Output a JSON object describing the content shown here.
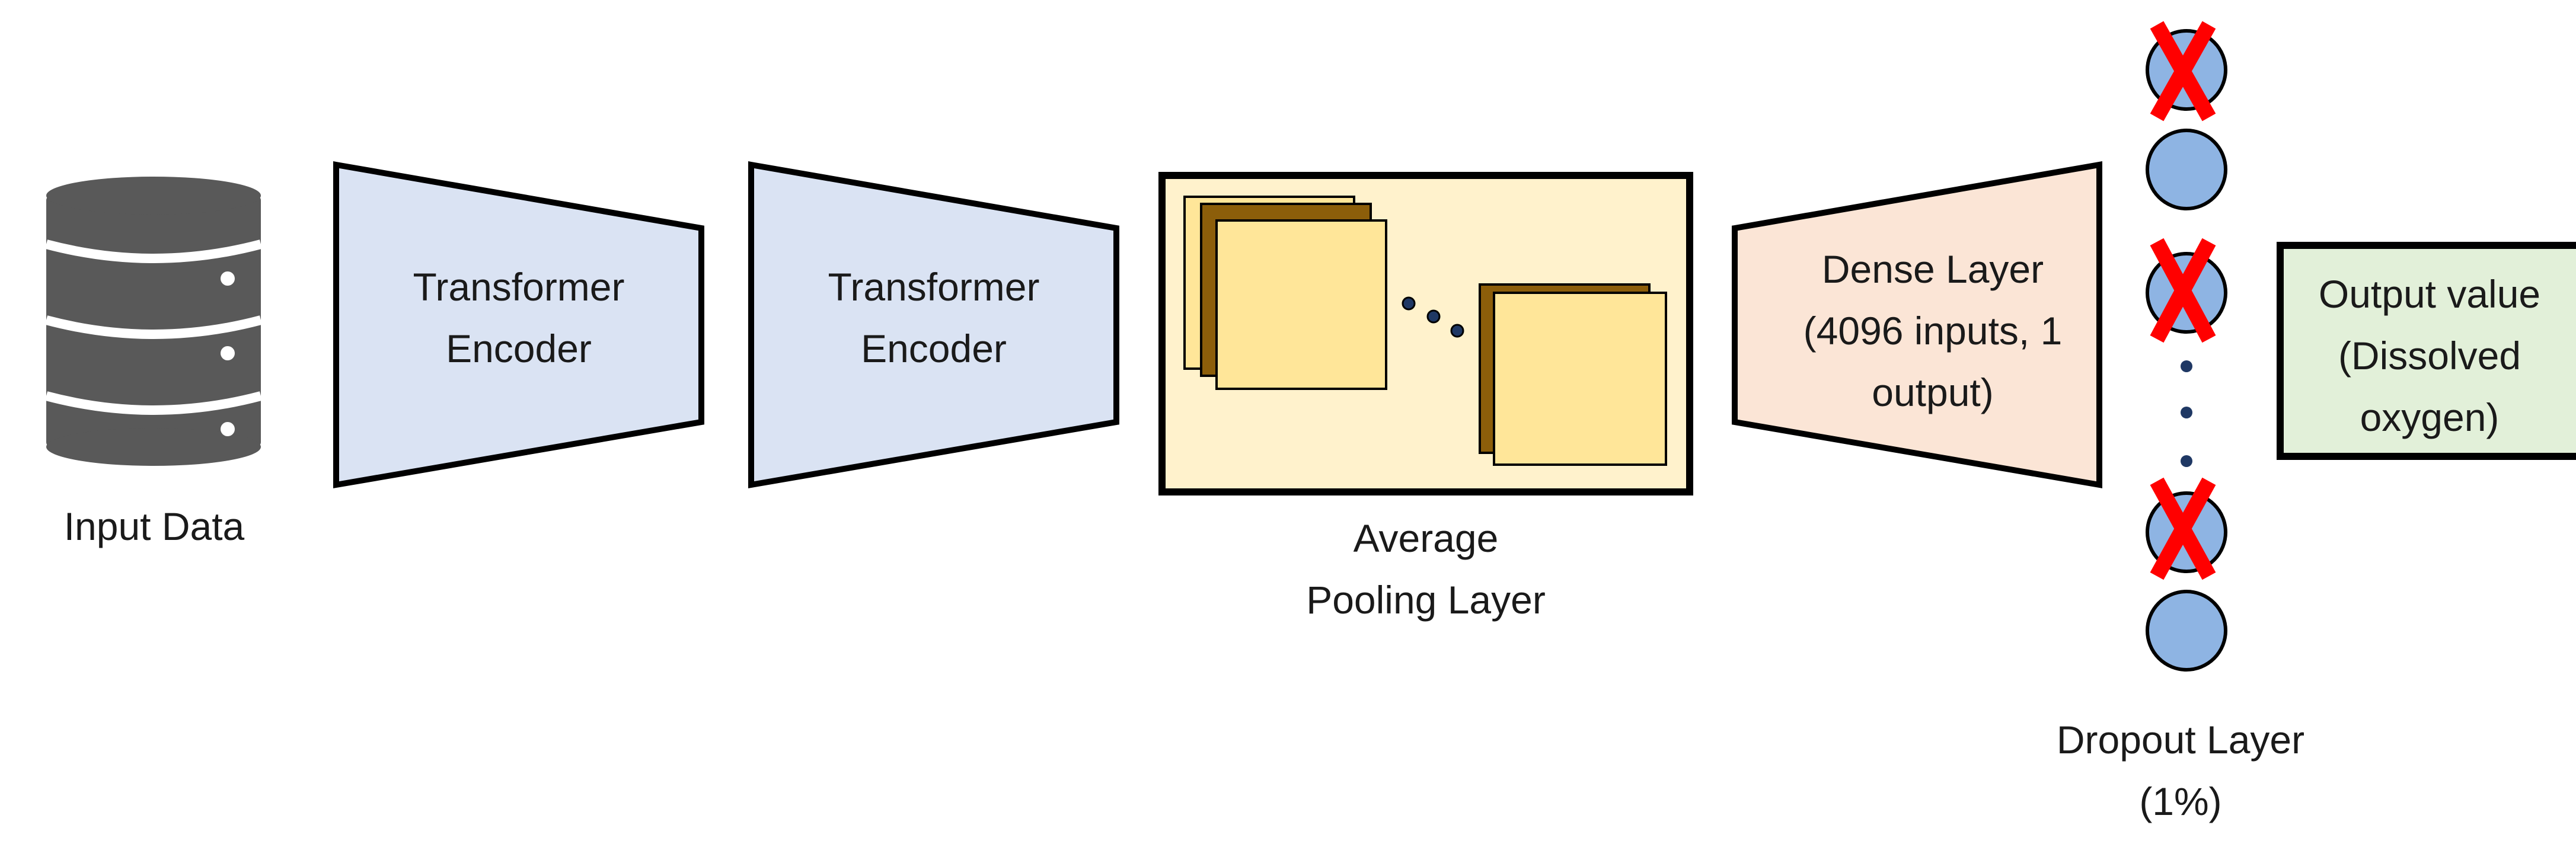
{
  "input": {
    "label": "Input Data"
  },
  "encoders": [
    {
      "line1": "Transformer",
      "line2": "Encoder"
    },
    {
      "line1": "Transformer",
      "line2": "Encoder"
    }
  ],
  "pooling": {
    "line1": "Average",
    "line2": "Pooling Layer"
  },
  "dense": {
    "line1": "Dense Layer",
    "line2": "(4096 inputs, 1",
    "line3": "output)"
  },
  "dropout": {
    "line1": "Dropout Layer",
    "line2": "(1%)"
  },
  "output": {
    "line1": "Output value",
    "line2": "(Dissolved",
    "line3": "oxygen)"
  },
  "colors": {
    "encoder_fill": "#dae3f3",
    "pooling_fill": "#fff2cc",
    "card_fill": "#ffe699",
    "card_shadow": "#8c5e0a",
    "dense_fill": "#fbe5d6",
    "output_fill": "#e2f0d9",
    "neuron_fill": "#8eb4e3",
    "cross": "#ff0000",
    "database": "#595959"
  }
}
